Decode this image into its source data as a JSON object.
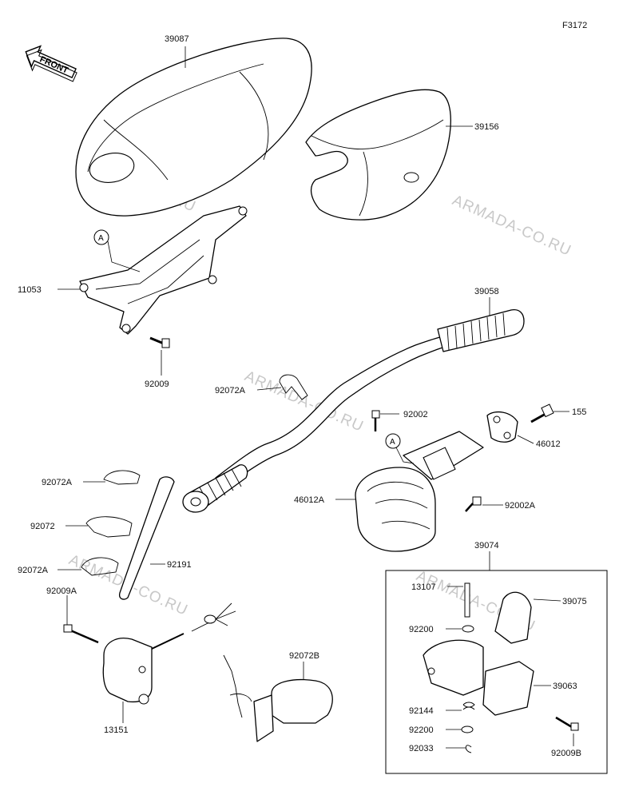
{
  "figure_code": "F3172",
  "front_label": "FRONT",
  "watermark": "ARMADA-CO.RU",
  "ref_marker": "A",
  "parts": {
    "p39087": "39087",
    "p39156": "39156",
    "p11053": "11053",
    "p92009": "92009",
    "p39058": "39058",
    "p92072A_top": "92072A",
    "p92002": "92002",
    "p155": "155",
    "p46012": "46012",
    "p46012A": "46012A",
    "p92002A": "92002A",
    "p92072A_1": "92072A",
    "p92072": "92072",
    "p92072A_2": "92072A",
    "p92191": "92191",
    "p92009A": "92009A",
    "p13151": "13151",
    "p92072B": "92072B",
    "p39074": "39074",
    "p13107": "13107",
    "p39075": "39075",
    "p92200_1": "92200",
    "p39063": "39063",
    "p92144": "92144",
    "p92200_2": "92200",
    "p92033": "92033",
    "p92009B": "92009B"
  }
}
